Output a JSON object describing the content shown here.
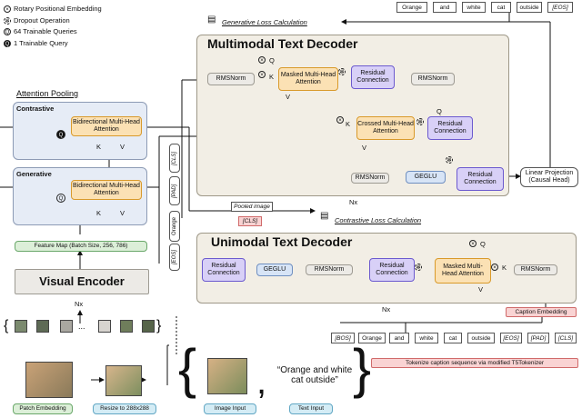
{
  "legend": {
    "items": [
      {
        "icon": "x-circle-icon",
        "label": "Rotary Positional Embedding"
      },
      {
        "icon": "snowflake-icon",
        "label": "Dropout Operation"
      },
      {
        "icon": "q-circle-icon",
        "symbol": "Q",
        "label": "64 Trainable Queries"
      },
      {
        "icon": "q-circle-dark-icon",
        "symbol": "Q",
        "label": "1 Trainable Query"
      }
    ]
  },
  "attention_pooling": {
    "title": "Attention Pooling",
    "contrastive": {
      "label": "Contrastive",
      "block": "Bidirectional Multi-Head Attention",
      "k": "K",
      "v": "V"
    },
    "generative": {
      "label": "Generative",
      "block": "Bidirectional Multi-Head Attention",
      "k": "K",
      "v": "V"
    }
  },
  "feature_map": "Feature Map (Batch Size, 256, 786)",
  "visual_encoder": "Visual Encoder",
  "nx": "Nx",
  "patch_embedding": "Patch Embedding",
  "resize": "Resize to 288x288",
  "image_input": "Image Input",
  "text_input": "Text Input",
  "caption_text": "“Orange and white cat outside”",
  "generative_loss": "Generative Loss Calculation",
  "contrastive_loss": "Contrastive Loss Calculation",
  "pooled_image": "Pooled image",
  "cls_token": "[CLS]",
  "vertical_tokens": [
    "[CLS]",
    "[PAD]",
    "Orange",
    "[EOS]"
  ],
  "output_tokens": [
    "Orange",
    "and",
    "white",
    "cat",
    "outside",
    "[EOS]"
  ],
  "multimodal": {
    "title": "Multimodal Text Decoder",
    "rmsnorm1": "RMSNorm",
    "masked_mha": "Masked Multi-Head Attention",
    "residual1": "Residual Connection",
    "rmsnorm2": "RMSNorm",
    "crossed_mha": "Crossed Multi-Head Attention",
    "residual2": "Residual Connection",
    "rmsnorm3": "RMSNorm",
    "geglu": "GEGLU",
    "residual3": "Residual Connection",
    "q": "Q",
    "k": "K",
    "v": "V",
    "nx": "Nx"
  },
  "linear_projection": "Linear Projection (Causal Head)",
  "unimodal": {
    "title": "Unimodal Text Decoder",
    "residual_out": "Residual Connection",
    "geglu": "GEGLU",
    "rmsnorm_mid": "RMSNorm",
    "residual_mid": "Residual Connection",
    "masked_mha": "Masked Multi-Head Attention",
    "rmsnorm_in": "RMSNorm",
    "q": "Q",
    "k": "K",
    "v": "V",
    "nx": "Nx"
  },
  "caption_embedding": "Caption Embedding",
  "input_tokens": [
    "[BOS]",
    "Orange",
    "and",
    "white",
    "cat",
    "outside",
    "[EOS]",
    "[PAD]",
    "[CLS]"
  ],
  "tokenize_label": "Tokenize caption sequence via modified T5Tokenizer",
  "braces": {
    "open": "{",
    "close": "}",
    "comma": ",",
    "dots": "..."
  },
  "colors": {
    "orange": "#fbe1b4",
    "purple": "#d8d0f7",
    "blue_panel": "#e6ecf6",
    "tan_panel": "#f2eee5"
  }
}
